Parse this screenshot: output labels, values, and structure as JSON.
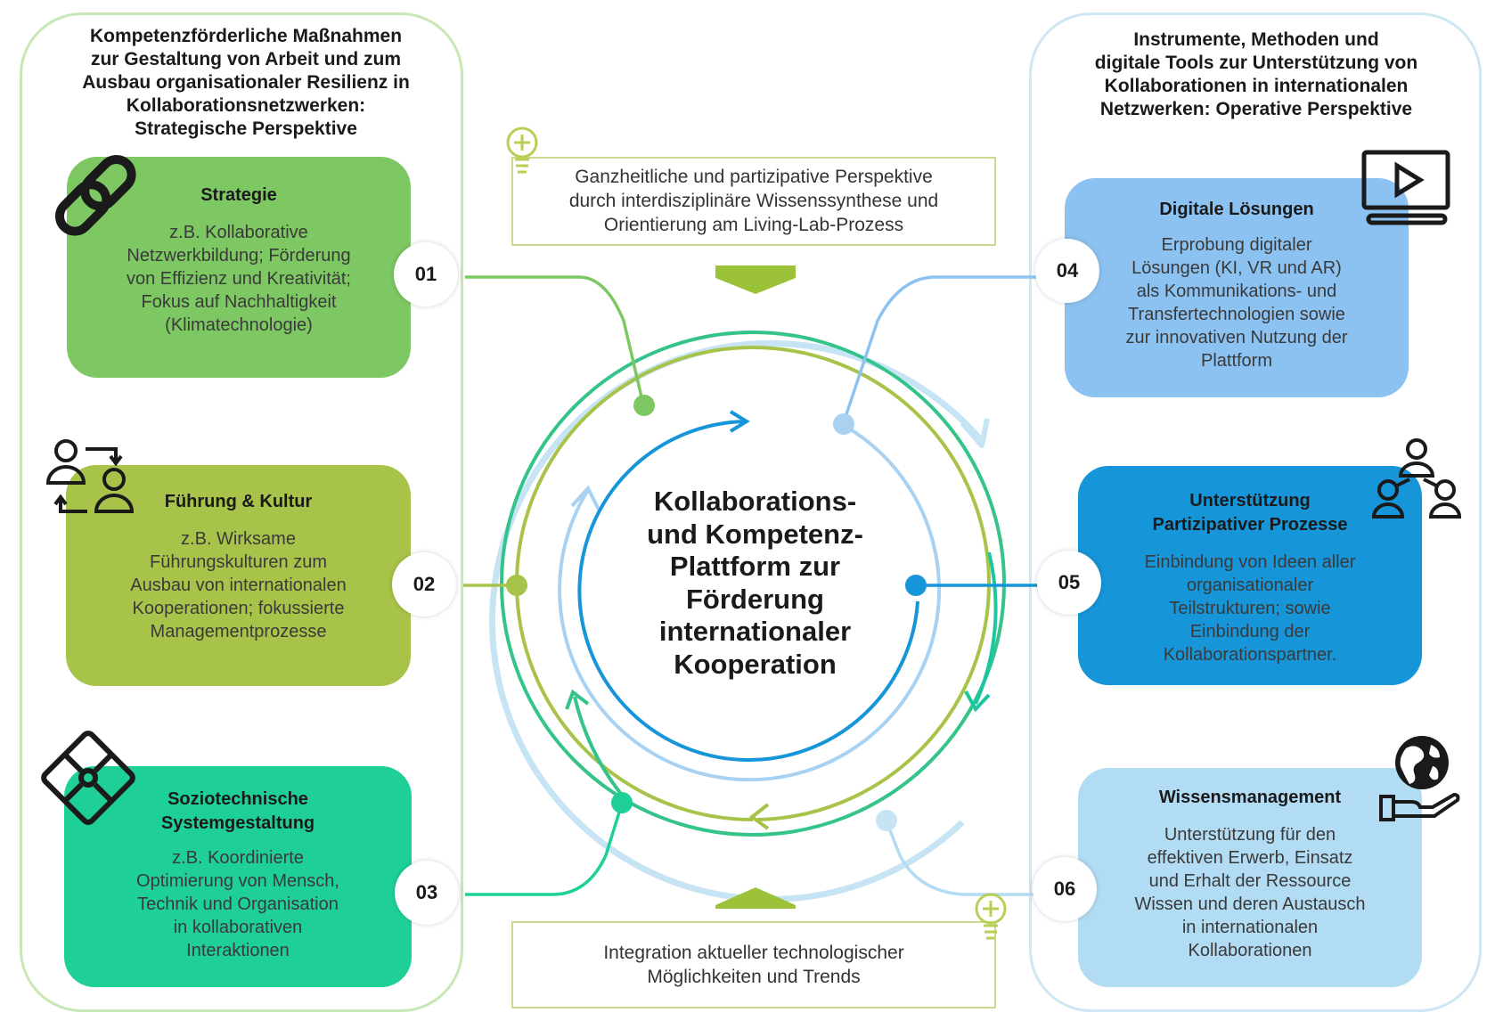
{
  "left_panel": {
    "title": "Kompetenzförderliche Maßnahmen\nzur Gestaltung von Arbeit und zum\nAusbau organisationaler Resilienz in\nKollaborationsnetzwerken:\nStrategische Perspektive"
  },
  "right_panel": {
    "title": "Instrumente, Methoden und\ndigitale Tools zur Unterstützung von\nKollaborationen in internationalen\nNetzwerken: Operative Perspektive"
  },
  "cards": [
    {
      "number": "01",
      "title": "Strategie",
      "text": "z.B. Kollaborative\nNetzwerkbildung; Förderung\nvon Effizienz und Kreativität;\nFokus auf Nachhaltigkeit\n(Klimatechnologie)",
      "color": "#7dc862",
      "icon": "chain-link-icon"
    },
    {
      "number": "02",
      "title": "Führung & Kultur",
      "text": "z.B. Wirksame\nFührungskulturen zum\nAusbau von internationalen\nKooperationen; fokussierte\nManagementprozesse",
      "color": "#a8c34a",
      "icon": "people-exchange-icon"
    },
    {
      "number": "03",
      "title": "Soziotechnische\nSystemgestaltung",
      "text": "z.B. Koordinierte\nOptimierung von Mensch,\nTechnik und Organisation\nin kollaborativen\nInteraktionen",
      "color": "#1ecf98",
      "icon": "puzzle-icon"
    },
    {
      "number": "04",
      "title": "Digitale Lösungen",
      "text": "Erprobung digitaler\nLösungen (KI, VR und AR)\nals Kommunikations- und\nTransfertechnologien sowie\nzur innovativen Nutzung der\nPlattform",
      "color": "#8cc2f1",
      "icon": "video-screen-icon"
    },
    {
      "number": "05",
      "title": "Unterstützung\nPartizipativer Prozesse",
      "text": "Einbindung von Ideen aller\norganisationaler\nTeilstrukturen; sowie\nEinbindung der\nKollaborationspartner.",
      "color": "#1695d8",
      "icon": "team-network-icon"
    },
    {
      "number": "06",
      "title": "Wissensmanagement",
      "text": "Unterstützung für den\neffektiven Erwerb, Einsatz\nund Erhalt der Ressource\nWissen und deren Austausch\nin internationalen\nKollaborationen",
      "color": "#b2dcf3",
      "icon": "globe-hand-icon"
    }
  ],
  "info_top": "Ganzheitliche und partizipative Perspektive\ndurch interdisziplinäre Wissenssynthese und\nOrientierung am Living-Lab-Prozess",
  "info_bottom": "Integration aktueller technologischer\nMöglichkeiten und Trends",
  "center_title": "Kollaborations-\nund Kompetenz-\nPlattform zur\nFörderung\ninternationaler\nKooperation",
  "colors": {
    "green": "#7dc862",
    "olive": "#a8c34a",
    "teal": "#1ecf98",
    "light_blue": "#8cc2f1",
    "blue": "#1695d8",
    "pale_blue": "#b2dcf3",
    "chevron": "#9cc23a"
  }
}
